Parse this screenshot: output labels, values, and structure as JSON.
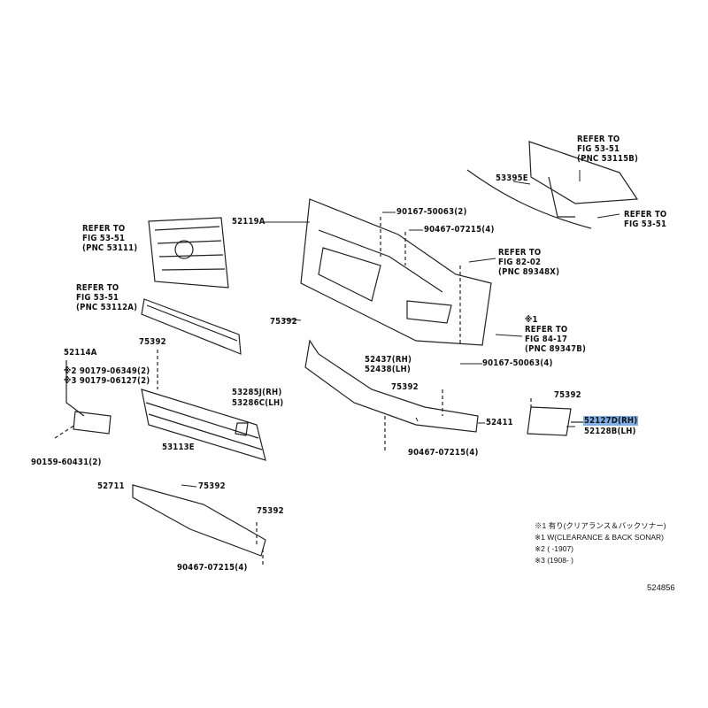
{
  "labels": {
    "refer_grille": [
      "REFER TO",
      "FIG 53-51",
      "(PNC 53111)"
    ],
    "refer_lower_grille": [
      "REFER TO",
      "FIG 53-51",
      "(PNC 53112A)"
    ],
    "refer_support": [
      "REFER TO",
      "FIG 53-51",
      "(PNC 53115B)"
    ],
    "refer_clip": [
      "REFER TO",
      "FIG 53-51"
    ],
    "refer_82": [
      "REFER TO",
      "FIG 82-02",
      "(PNC 89348X)"
    ],
    "refer_84": [
      "※1",
      "REFER TO",
      "FIG 84-17",
      "(PNC 89347B)"
    ],
    "p52119A": "52119A",
    "p90167_2": "90167-50063(2)",
    "p90467_top": "90467-07215(4)",
    "p53395E": "53395E",
    "p75392_a": "75392",
    "p75392_b": "75392",
    "p75392_c": "75392",
    "p75392_d": "75392",
    "p75392_e": "75392",
    "p75392_f": "75392",
    "p52114A": "52114A",
    "p90179_a": "※2 90179-06349(2)",
    "p90179_b": "※3 90179-06127(2)",
    "p52437": "52437(RH)",
    "p52438": "52438(LH)",
    "p90167_4": "90167-50063(4)",
    "p53285J": "53285J(RH)",
    "p53286C": "53286C(LH)",
    "p52411": "52411",
    "p52127D": "52127D(RH)",
    "p52128B": "52128B(LH)",
    "p53113E": "53113E",
    "p90159": "90159-60431(2)",
    "p90467_mid": "90467-07215(4)",
    "p52711": "52711",
    "p90467_bot": "90467-07215(4)"
  },
  "notes": [
    "※1 有り(クリアランス＆バックソナー)",
    "※1 W(CLEARANCE & BACK SONAR)",
    "※2 (      -1907)",
    "※3 (1908-      )"
  ],
  "figure_number": "524856",
  "highlight_color": "#7fb0e8"
}
